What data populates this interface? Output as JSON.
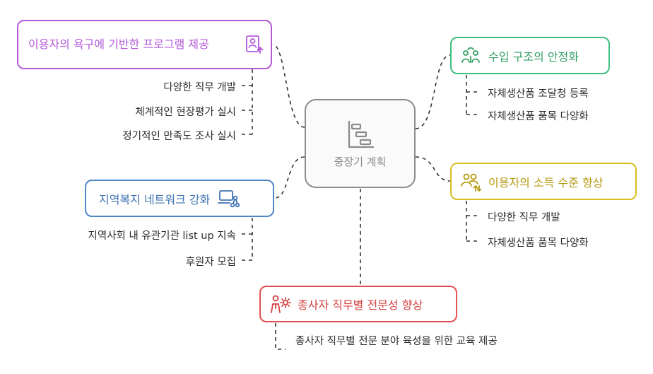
{
  "center": {
    "label": "중장기 계획",
    "icon": "gantt-chart-icon"
  },
  "branches": {
    "user_program": {
      "title": "이용자의 욕구에 기반한 프로그램 제공",
      "icon": "user-document-icon",
      "items": [
        "다양한 직무 개발",
        "체계적인 현장평가 실시",
        "정기적인 만족도 조사 실시"
      ]
    },
    "income": {
      "title": "수입 구조의 안정화",
      "icon": "money-cycle-icon",
      "items": [
        "자체생산품 조달청 등록",
        "자체생산품 품목 다양화"
      ]
    },
    "welfare_network": {
      "title": "지역복지 네트워크 강화",
      "icon": "network-laptop-icon",
      "items": [
        "지역사회 내 유관기관 list up 지속",
        "후원자 모집"
      ]
    },
    "user_income": {
      "title": "이용자의 소득 수준 향상",
      "icon": "users-growth-icon",
      "items": [
        "다양한 직무 개발",
        "자체생산품 품목 다양화"
      ]
    },
    "staff": {
      "title": "종사자 직무별 전문성 향상",
      "icon": "staff-gear-icon",
      "items": [
        "종사자 직무별 전문 분야 육성을 위한 교육 제공"
      ]
    }
  },
  "colors": {
    "center": "#8c8c8c",
    "user_program": "#b35ad9",
    "income": "#3fbf7f",
    "welfare_network": "#4f86c6",
    "user_income": "#d9bf1e",
    "staff": "#e05252",
    "connector": "#333333"
  }
}
